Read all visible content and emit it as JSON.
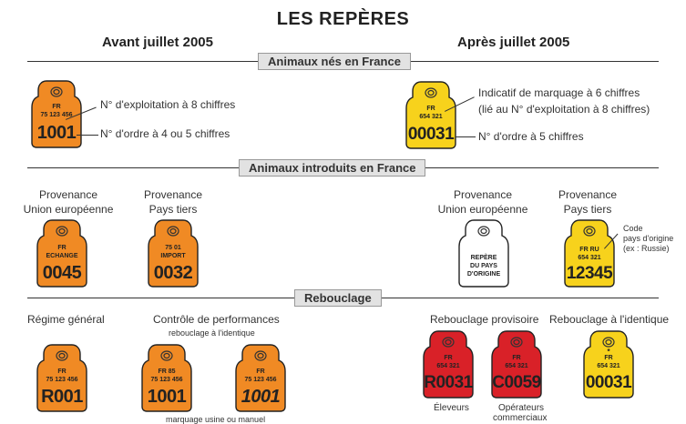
{
  "title": "LES REPÈRES",
  "col_left": "Avant juillet  2005",
  "col_right": "Après juillet  2005",
  "sections": {
    "nes": "Animaux nés en France",
    "introduits": "Animaux introduits en France",
    "rebouclage": "Rebouclage"
  },
  "nes": {
    "left_tag": {
      "l1": "FR",
      "l2": "75 123 456",
      "num": "1001"
    },
    "left_ann1": "N° d'exploitation à 8 chiffres",
    "left_ann2": "N° d'ordre à 4 ou 5 chiffres",
    "right_tag": {
      "l1": "FR",
      "l2": "654 321",
      "num": "00031"
    },
    "right_ann1": "Indicatif de marquage à 6 chiffres",
    "right_ann1b": "(lié au N° d'exploitation à 8 chiffres)",
    "right_ann2": "N° d'ordre à 5 chiffres"
  },
  "introduits": {
    "ue_label1": "Provenance",
    "ue_label2": "Union européenne",
    "tiers_label1": "Provenance",
    "tiers_label2": "Pays tiers",
    "tag1": {
      "l1": "FR",
      "l2": "ECHANGE",
      "num": "0045"
    },
    "tag2": {
      "l1": "75 01",
      "l2": "IMPORT",
      "num": "0032"
    },
    "tag3": {
      "l1": "REPÈRE",
      "l2": "DU PAYS",
      "l3": "D'ORIGINE"
    },
    "tag4": {
      "l1": "FR RU",
      "l2": "654 321",
      "num": "12345"
    },
    "code_note1": "Code",
    "code_note2": "pays d'origine",
    "code_note3": "(ex : Russie)"
  },
  "rebouclage": {
    "regime": "Régime général",
    "controle": "Contrôle de performances",
    "controle_sub": "rebouclage à l'identique",
    "provisoire": "Rebouclage provisoire",
    "identique": "Rebouclage à l'identique",
    "tag1": {
      "l1": "FR",
      "l2": "75 123 456",
      "num": "R001"
    },
    "tag2": {
      "l1": "FR 85",
      "l2": "75 123 456",
      "num": "1001"
    },
    "tag3": {
      "l1": "FR",
      "l2": "75 123 456",
      "num": "1001"
    },
    "tag4": {
      "l1": "FR",
      "l2": "654 321",
      "num": "R0031"
    },
    "tag5": {
      "l1": "FR",
      "l2": "654 321",
      "num": "C0059"
    },
    "tag6": {
      "l1": "FR",
      "l2": "654 321",
      "num": "00031"
    },
    "marquage": "marquage usine ou manuel",
    "eleveurs": "Éleveurs",
    "operateurs1": "Opérateurs",
    "operateurs2": "commerciaux"
  },
  "colors": {
    "orange": "#f08a24",
    "yellow": "#f7d21c",
    "red": "#d92128",
    "white": "#ffffff"
  }
}
